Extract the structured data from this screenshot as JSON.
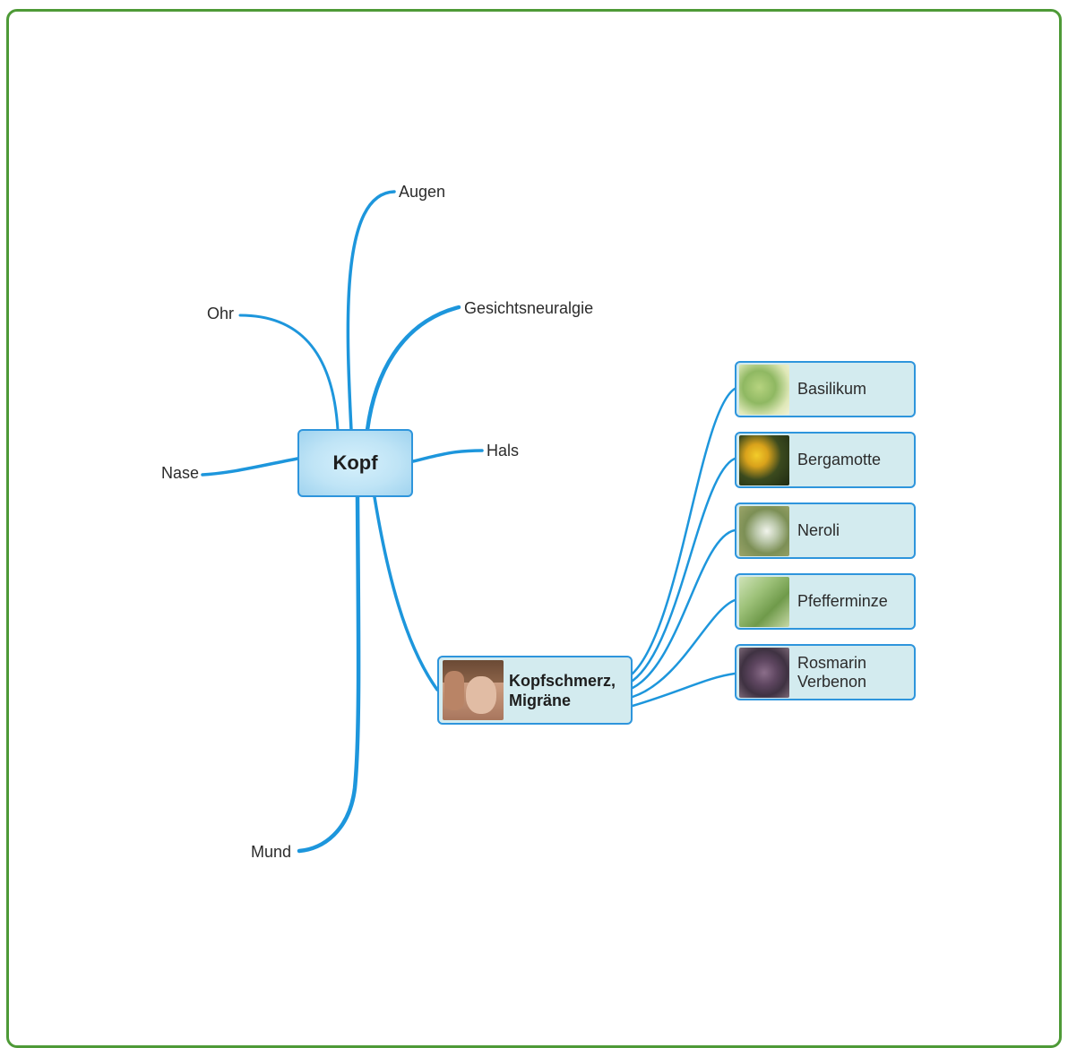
{
  "mindmap": {
    "root": {
      "label": "Kopf"
    },
    "branches": [
      {
        "label": "Augen"
      },
      {
        "label": "Ohr"
      },
      {
        "label": "Gesichtsneuralgie"
      },
      {
        "label": "Hals"
      },
      {
        "label": "Nase"
      },
      {
        "label": "Mund"
      }
    ],
    "subtopic": {
      "label_line1": "Kopfschmerz,",
      "label_line2": "Migräne"
    },
    "remedies": [
      {
        "label": "Basilikum"
      },
      {
        "label": "Bergamotte"
      },
      {
        "label": "Neroli"
      },
      {
        "label": "Pfefferminze"
      },
      {
        "label_line1": "Rosmarin",
        "label_line2": "Verbenon"
      }
    ]
  },
  "colors": {
    "frame": "#4e9a37",
    "connector": "#2e95dc",
    "node_fill": "#d3ebef"
  }
}
